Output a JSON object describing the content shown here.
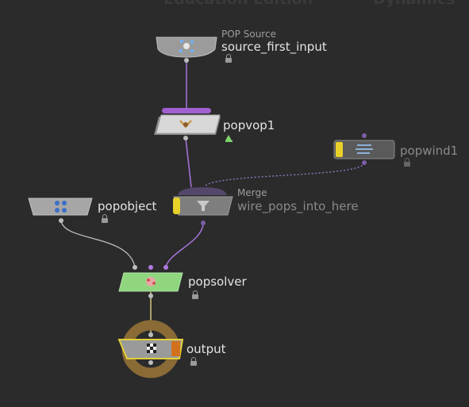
{
  "watermark": {
    "left": "Education Edition",
    "right": "Dynamics"
  },
  "nodes": {
    "source": {
      "type_label": "POP Source",
      "name": "source_first_input",
      "icon": "pop-source-icon"
    },
    "popvop": {
      "name": "popvop1",
      "icon": "vop-network-icon"
    },
    "popwind": {
      "name": "popwind1",
      "icon": "wind-icon"
    },
    "popobject": {
      "name": "popobject",
      "icon": "pop-object-icon"
    },
    "merge": {
      "type_label": "Merge",
      "name": "wire_pops_into_here",
      "icon": "merge-funnel-icon"
    },
    "popsolver": {
      "name": "popsolver",
      "icon": "pop-solver-icon"
    },
    "output": {
      "name": "output",
      "icon": "output-flag-icon"
    }
  },
  "colors": {
    "background": "#2b2b2b",
    "node_gray": "#9b9b9b",
    "node_light": "#cfcfcf",
    "solver_green": "#8fd67f",
    "wire_purple": "#a070d0",
    "wire_gray": "#bdbdbd",
    "wire_yellow": "#cbbf7a",
    "bypass_yellow": "#e8d22a",
    "display_orange": "#d2721e",
    "output_ring": "#8a6a35"
  }
}
